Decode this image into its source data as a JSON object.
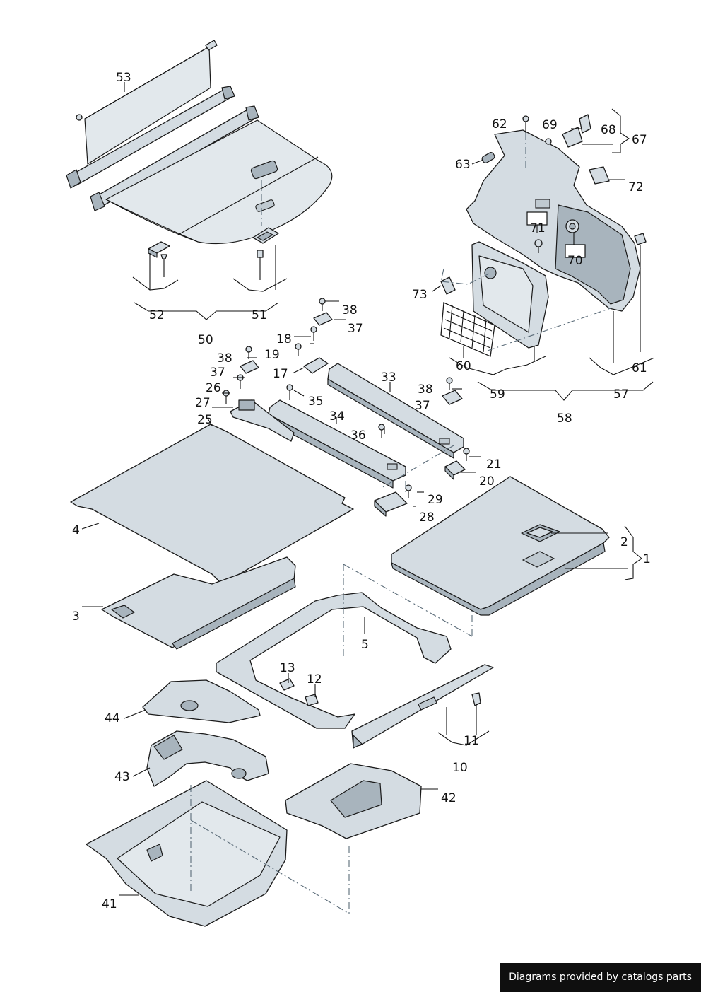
{
  "diagram": {
    "callouts": {
      "c1": "1",
      "c2": "2",
      "c3": "3",
      "c4": "4",
      "c5": "5",
      "c10": "10",
      "c11": "11",
      "c12": "12",
      "c13": "13",
      "c17": "17",
      "c18": "18",
      "c19": "19",
      "c20": "20",
      "c21": "21",
      "c25": "25",
      "c26": "26",
      "c27": "27",
      "c28": "28",
      "c29": "29",
      "c33": "33",
      "c34": "34",
      "c35": "35",
      "c36": "36",
      "c37a": "37",
      "c37b": "37",
      "c37c": "37",
      "c38a": "38",
      "c38b": "38",
      "c38c": "38",
      "c41": "41",
      "c42": "42",
      "c43": "43",
      "c44": "44",
      "c50": "50",
      "c51": "51",
      "c52": "52",
      "c53": "53",
      "c57": "57",
      "c58": "58",
      "c59": "59",
      "c60": "60",
      "c61": "61",
      "c62": "62",
      "c63": "63",
      "c67": "67",
      "c68": "68",
      "c69": "69",
      "c70": "70",
      "c71": "71",
      "c72": "72",
      "c73": "73"
    }
  },
  "footer": {
    "text": "Diagrams provided by catalogs parts"
  },
  "colors": {
    "part_fill": "#d4dce2",
    "part_dark": "#a8b4bd",
    "outline": "#1a1a1a",
    "footer_bg": "#0f0f0f",
    "footer_text": "#ffffff"
  }
}
